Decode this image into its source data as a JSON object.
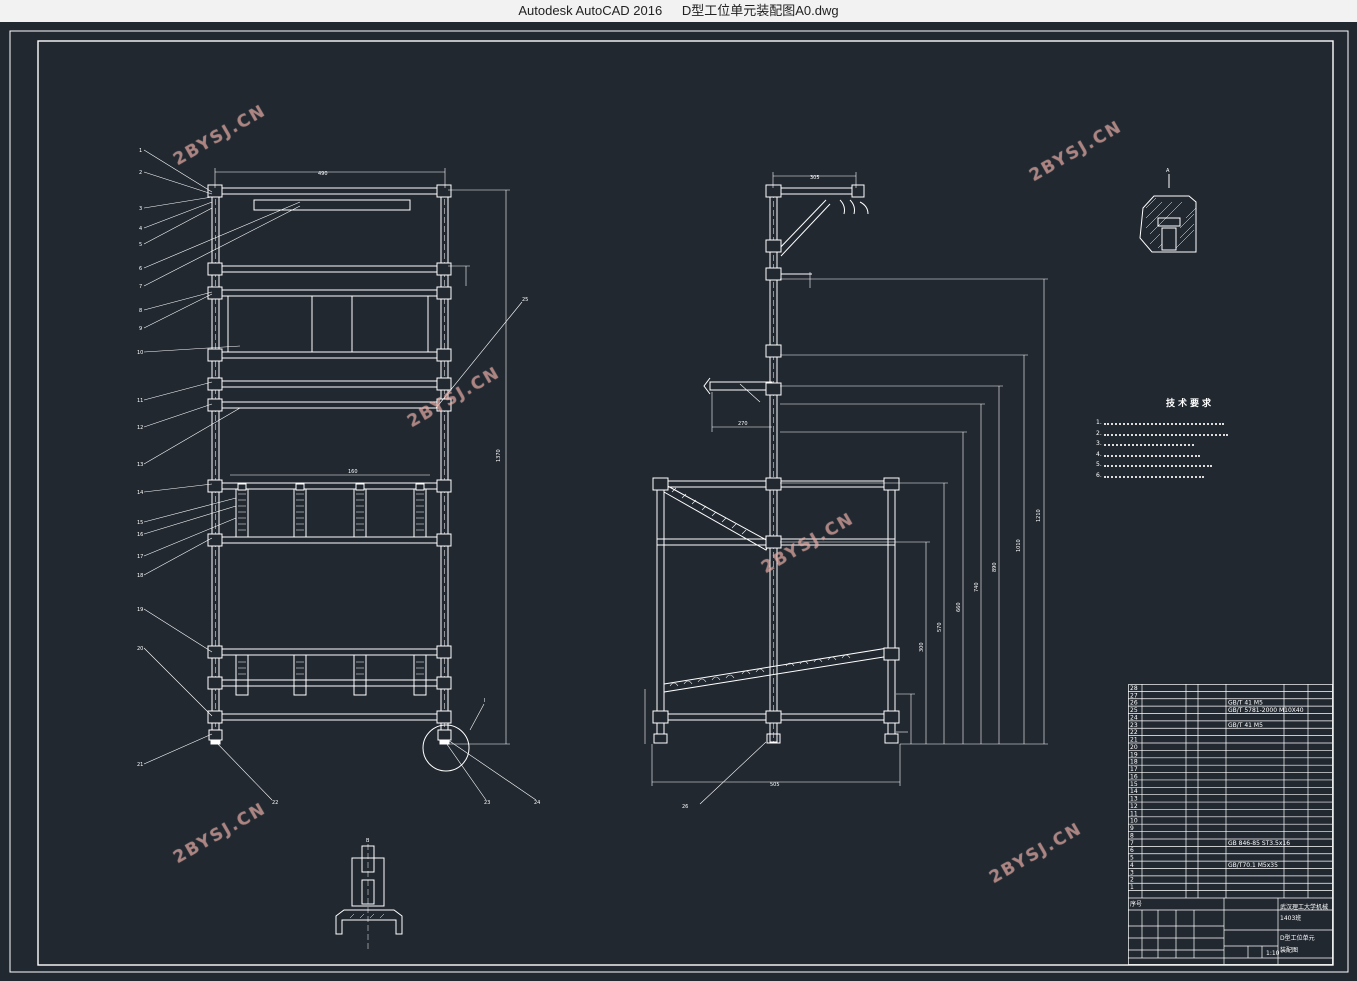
{
  "titlebar": {
    "app": "Autodesk AutoCAD 2016",
    "file": "D型工位单元装配图A0.dwg"
  },
  "watermark": "2BYSJ.CN",
  "tech_requirements": {
    "title": "技术要求",
    "items": [
      "1.",
      "2.",
      "3.",
      "4.",
      "5.",
      "6."
    ]
  },
  "bom": {
    "rows": [
      {
        "no": "28",
        "code": ""
      },
      {
        "no": "27",
        "code": ""
      },
      {
        "no": "26",
        "code": "GB/T 41 M5"
      },
      {
        "no": "25",
        "code": "GB/T 5781-2000 M10X40"
      },
      {
        "no": "24",
        "code": ""
      },
      {
        "no": "23",
        "code": "GB/T 41 M5"
      },
      {
        "no": "22",
        "code": ""
      },
      {
        "no": "21",
        "code": ""
      },
      {
        "no": "20",
        "code": ""
      },
      {
        "no": "19",
        "code": ""
      },
      {
        "no": "18",
        "code": ""
      },
      {
        "no": "17",
        "code": ""
      },
      {
        "no": "16",
        "code": ""
      },
      {
        "no": "15",
        "code": ""
      },
      {
        "no": "14",
        "code": ""
      },
      {
        "no": "13",
        "code": ""
      },
      {
        "no": "12",
        "code": ""
      },
      {
        "no": "11",
        "code": ""
      },
      {
        "no": "10",
        "code": ""
      },
      {
        "no": "9",
        "code": ""
      },
      {
        "no": "8",
        "code": ""
      },
      {
        "no": "7",
        "code": "GB 846-85 ST3.5x16"
      },
      {
        "no": "6",
        "code": ""
      },
      {
        "no": "5",
        "code": ""
      },
      {
        "no": "4",
        "code": "GB/T70.1 M5x35"
      },
      {
        "no": "3",
        "code": ""
      },
      {
        "no": "2",
        "code": ""
      },
      {
        "no": "1",
        "code": ""
      }
    ],
    "header_left": "序号",
    "title_block": {
      "school": "武汉理工大学机械",
      "class": "1403班",
      "name": "D型工位单元",
      "drawing": "装配图",
      "ratio": "1:10"
    }
  }
}
